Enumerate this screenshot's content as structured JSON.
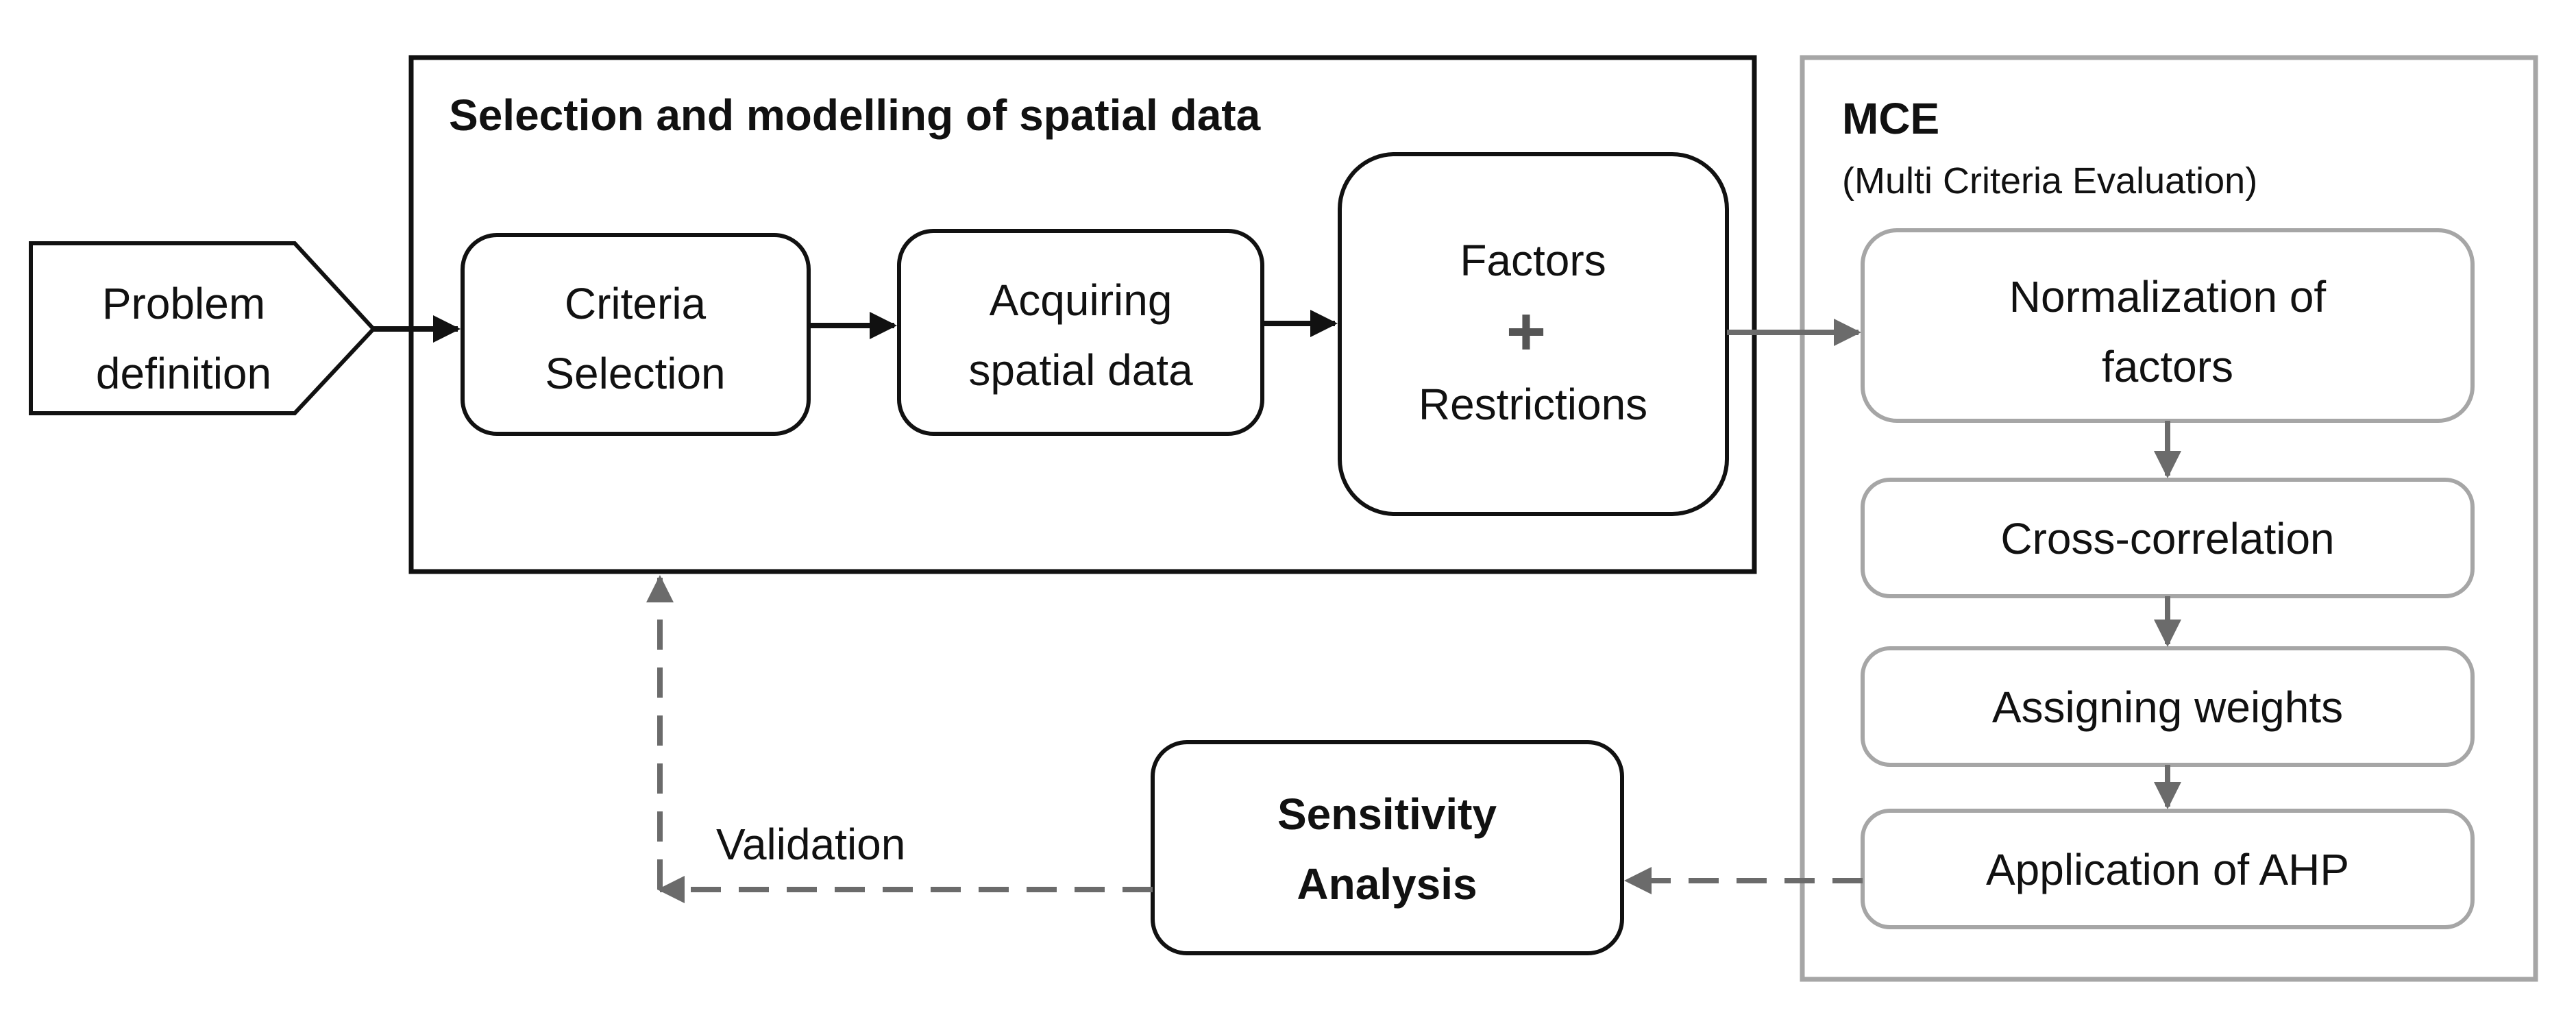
{
  "problem": {
    "line1": "Problem",
    "line2": "definition"
  },
  "selection_group": {
    "title": "Selection and modelling of spatial data",
    "criteria": {
      "line1": "Criteria",
      "line2": "Selection"
    },
    "acquiring": {
      "line1": "Acquiring",
      "line2": "spatial data"
    },
    "factors": {
      "line1": "Factors",
      "plus": "+",
      "line2": "Restrictions"
    }
  },
  "mce_group": {
    "title": "MCE",
    "subtitle": "(Multi Criteria Evaluation)",
    "normalization": {
      "line1": "Normalization of",
      "line2": "factors"
    },
    "cross_correlation": "Cross-correlation",
    "weights": "Assigning weights",
    "ahp": "Application of AHP"
  },
  "sensitivity": {
    "line1": "Sensitivity",
    "line2": "Analysis"
  },
  "validation_label": "Validation",
  "colors": {
    "primary_stroke": "#111111",
    "mce_stroke": "#a6a6a6",
    "connector_gray": "#6b6b6b",
    "plus_gray": "#555555"
  }
}
